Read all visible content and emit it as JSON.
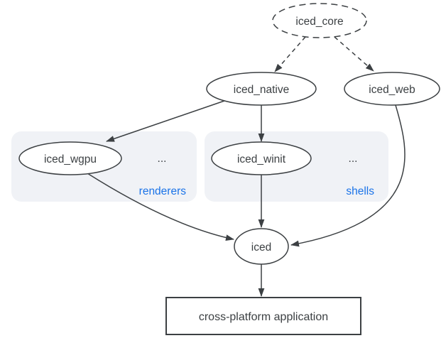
{
  "diagram": {
    "nodes": {
      "core": {
        "label": "iced_core"
      },
      "native": {
        "label": "iced_native"
      },
      "web": {
        "label": "iced_web"
      },
      "wgpu": {
        "label": "iced_wgpu"
      },
      "winit": {
        "label": "iced_winit"
      },
      "iced": {
        "label": "iced"
      },
      "app": {
        "label": "cross-platform application"
      }
    },
    "groups": {
      "renderers": {
        "label": "renderers",
        "ellipsis": "..."
      },
      "shells": {
        "label": "shells",
        "ellipsis": "..."
      }
    },
    "colors": {
      "line": "#3c4043",
      "text": "#3c4043",
      "label_accent": "#1a73e8",
      "group_background": "#f0f2f6",
      "node_fill": "#ffffff",
      "canvas_background": "#ffffff"
    }
  }
}
